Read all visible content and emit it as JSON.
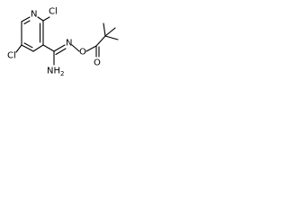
{
  "structure": {
    "atoms": {
      "ring_nitrogen": "N",
      "chlorine_top": "Cl",
      "chlorine_bottom": "Cl",
      "imine_nitrogen": "N",
      "ester_oxygen": "O",
      "carbonyl_oxygen": "O",
      "amine": "NH",
      "amine_subscript": "2"
    }
  }
}
